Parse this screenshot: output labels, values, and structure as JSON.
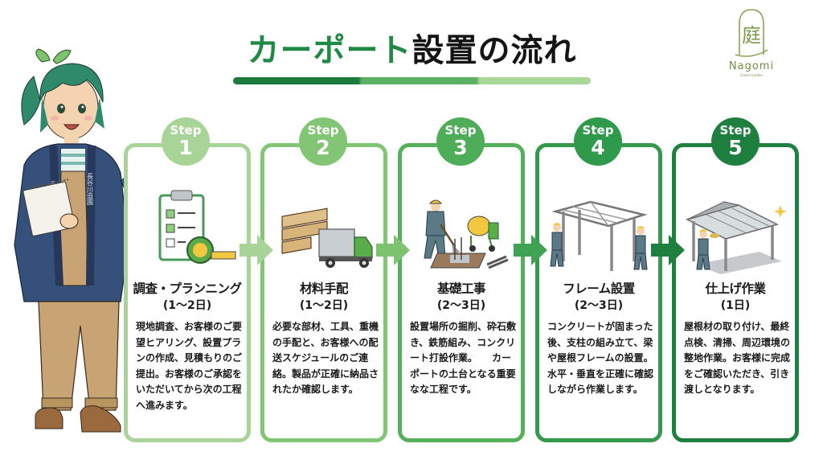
{
  "header": {
    "title_accent": "カーポート",
    "title_rest": "設置の流れ"
  },
  "logo": {
    "glyph": "庭",
    "name": "Nagomi",
    "subtitle": "Green Garden"
  },
  "mascot": {
    "description_icon": "mascot-girl-icon",
    "jacket_text_left": "長谷",
    "jacket_text_right": "長谷川造園"
  },
  "colors": {
    "step1": "#9fd08a",
    "step2": "#7cc26f",
    "step3": "#4fad59",
    "step4": "#2f9a4b",
    "step5": "#1e7f3e",
    "title_accent": "#1f8a45"
  },
  "steps": [
    {
      "step_label": "Step",
      "number": "1",
      "icon": "clipboard-tape-measure-icon",
      "title": "調査・プランニング",
      "duration": "(1〜2日)",
      "description": "現地調査、お客様のご要望ヒアリング、設置プランの作成、見積もりのご提出。お客様のご承認をいただいてから次の工程へ進みます。"
    },
    {
      "step_label": "Step",
      "number": "2",
      "icon": "lumber-truck-icon",
      "title": "材料手配",
      "duration": "(1〜2日)",
      "description": "必要な部材、工具、重機の手配と、お客様への配送スケジュールのご連絡。製品が正確に納品されたか確認します。"
    },
    {
      "step_label": "Step",
      "number": "3",
      "icon": "foundation-worker-icon",
      "title": "基礎工事",
      "duration": "(2〜3日)",
      "description": "設置場所の掘削、砕石敷き、鉄筋組み、コンクリート打設作業。　　カーポートの土台となる重要なな工程です。"
    },
    {
      "step_label": "Step",
      "number": "4",
      "icon": "frame-assembly-icon",
      "title": "フレーム設置",
      "duration": "(2〜3日)",
      "description": "コンクリートが固まった後、支柱の組み立て、梁や屋根フレームの設置。水平・垂直を正確に確認しながら作業します。"
    },
    {
      "step_label": "Step",
      "number": "5",
      "icon": "carport-finish-icon",
      "title": "仕上げ作業",
      "duration": "(1日)",
      "description": "屋根材の取り付け、最終点検、清掃、周辺環境の整地作業。お客様に完成をご確認いただき、引き渡しとなります。"
    }
  ]
}
